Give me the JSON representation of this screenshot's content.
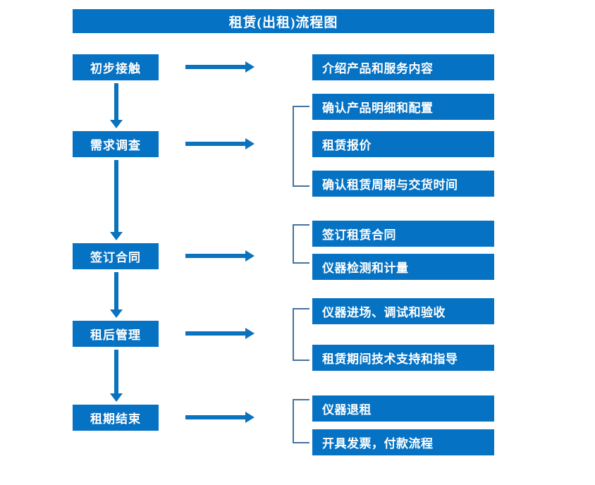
{
  "diagram": {
    "title": "租赁(出租)流程图",
    "accent_color": "#0672c3",
    "arrow_color": "#0b72bd",
    "bracket_color": "#45739f",
    "text_color": "#ffffff",
    "background_color": "#ffffff",
    "stages": [
      {
        "label": "初步接触"
      },
      {
        "label": "需求调查"
      },
      {
        "label": "签订合同"
      },
      {
        "label": "租后管理"
      },
      {
        "label": "租期结束"
      }
    ],
    "details": [
      {
        "label": "介绍产品和服务内容"
      },
      {
        "label": "确认产品明细和配置"
      },
      {
        "label": "租赁报价"
      },
      {
        "label": "确认租赁周期与交货时间"
      },
      {
        "label": "签订租赁合同"
      },
      {
        "label": "仪器检测和计量"
      },
      {
        "label": "仪器进场、调试和验收"
      },
      {
        "label": "租赁期间技术支持和指导"
      },
      {
        "label": "仪器退租"
      },
      {
        "label": "开具发票，付款流程"
      }
    ]
  },
  "chart_data": {
    "type": "diagram",
    "title": "租赁(出租)流程图",
    "flow": [
      {
        "stage": "初步接触",
        "outputs": [
          "介绍产品和服务内容"
        ]
      },
      {
        "stage": "需求调查",
        "outputs": [
          "确认产品明细和配置",
          "租赁报价",
          "确认租赁周期与交货时间"
        ]
      },
      {
        "stage": "签订合同",
        "outputs": [
          "签订租赁合同",
          "仪器检测和计量"
        ]
      },
      {
        "stage": "租后管理",
        "outputs": [
          "仪器进场、调试和验收",
          "租赁期间技术支持和指导"
        ]
      },
      {
        "stage": "租期结束",
        "outputs": [
          "仪器退租",
          "开具发票，付款流程"
        ]
      }
    ]
  }
}
